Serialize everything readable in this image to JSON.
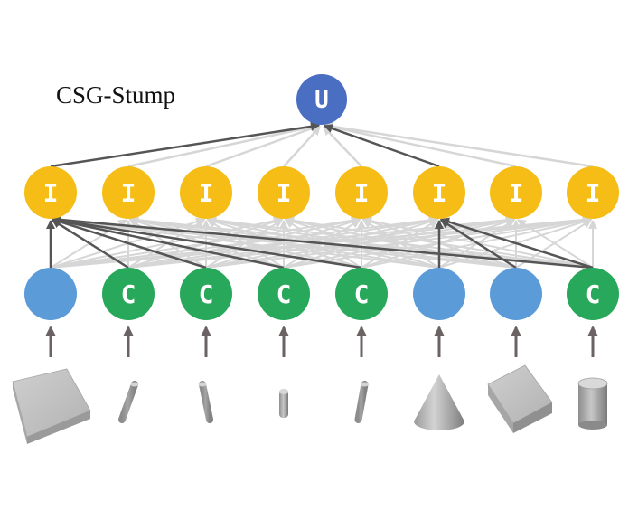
{
  "title": "CSG-Stump",
  "colors": {
    "union": "#4a6fc2",
    "intersection": "#f5bd16",
    "primitive_plain": "#5b9bd8",
    "complement": "#27a85a",
    "edge_dark": "#555555",
    "edge_light": "#d6d6d6",
    "arrow": "#6b6264",
    "shape": "#b9b9b9"
  },
  "union_node": {
    "label": "U",
    "icon": "union-node"
  },
  "intersection_nodes": [
    {
      "label": "I"
    },
    {
      "label": "I"
    },
    {
      "label": "I"
    },
    {
      "label": "I"
    },
    {
      "label": "I"
    },
    {
      "label": "I"
    },
    {
      "label": "I"
    },
    {
      "label": "I"
    }
  ],
  "primitive_nodes": [
    {
      "type": "plain",
      "label": ""
    },
    {
      "type": "complement",
      "label": "C"
    },
    {
      "type": "complement",
      "label": "C"
    },
    {
      "type": "complement",
      "label": "C"
    },
    {
      "type": "complement",
      "label": "C"
    },
    {
      "type": "plain",
      "label": ""
    },
    {
      "type": "plain",
      "label": ""
    },
    {
      "type": "complement",
      "label": "C"
    }
  ],
  "shapes": [
    {
      "icon": "flat-box-icon"
    },
    {
      "icon": "thin-cylinder-icon"
    },
    {
      "icon": "thin-cylinder-icon"
    },
    {
      "icon": "short-cylinder-icon"
    },
    {
      "icon": "thin-cylinder-icon"
    },
    {
      "icon": "cone-icon"
    },
    {
      "icon": "box-icon"
    },
    {
      "icon": "cylinder-icon"
    }
  ],
  "union_edges": [
    {
      "from": 0,
      "strength": "dark"
    },
    {
      "from": 1,
      "strength": "light"
    },
    {
      "from": 2,
      "strength": "light"
    },
    {
      "from": 3,
      "strength": "light"
    },
    {
      "from": 4,
      "strength": "light"
    },
    {
      "from": 5,
      "strength": "dark"
    },
    {
      "from": 6,
      "strength": "light"
    },
    {
      "from": 7,
      "strength": "light"
    }
  ],
  "active_connections": [
    {
      "primitive": 0,
      "intersection": 0
    },
    {
      "primitive": 1,
      "intersection": 0
    },
    {
      "primitive": 2,
      "intersection": 0
    },
    {
      "primitive": 3,
      "intersection": 0
    },
    {
      "primitive": 4,
      "intersection": 0
    },
    {
      "primitive": 7,
      "intersection": 0
    },
    {
      "primitive": 5,
      "intersection": 5
    },
    {
      "primitive": 6,
      "intersection": 5
    },
    {
      "primitive": 7,
      "intersection": 5
    }
  ]
}
